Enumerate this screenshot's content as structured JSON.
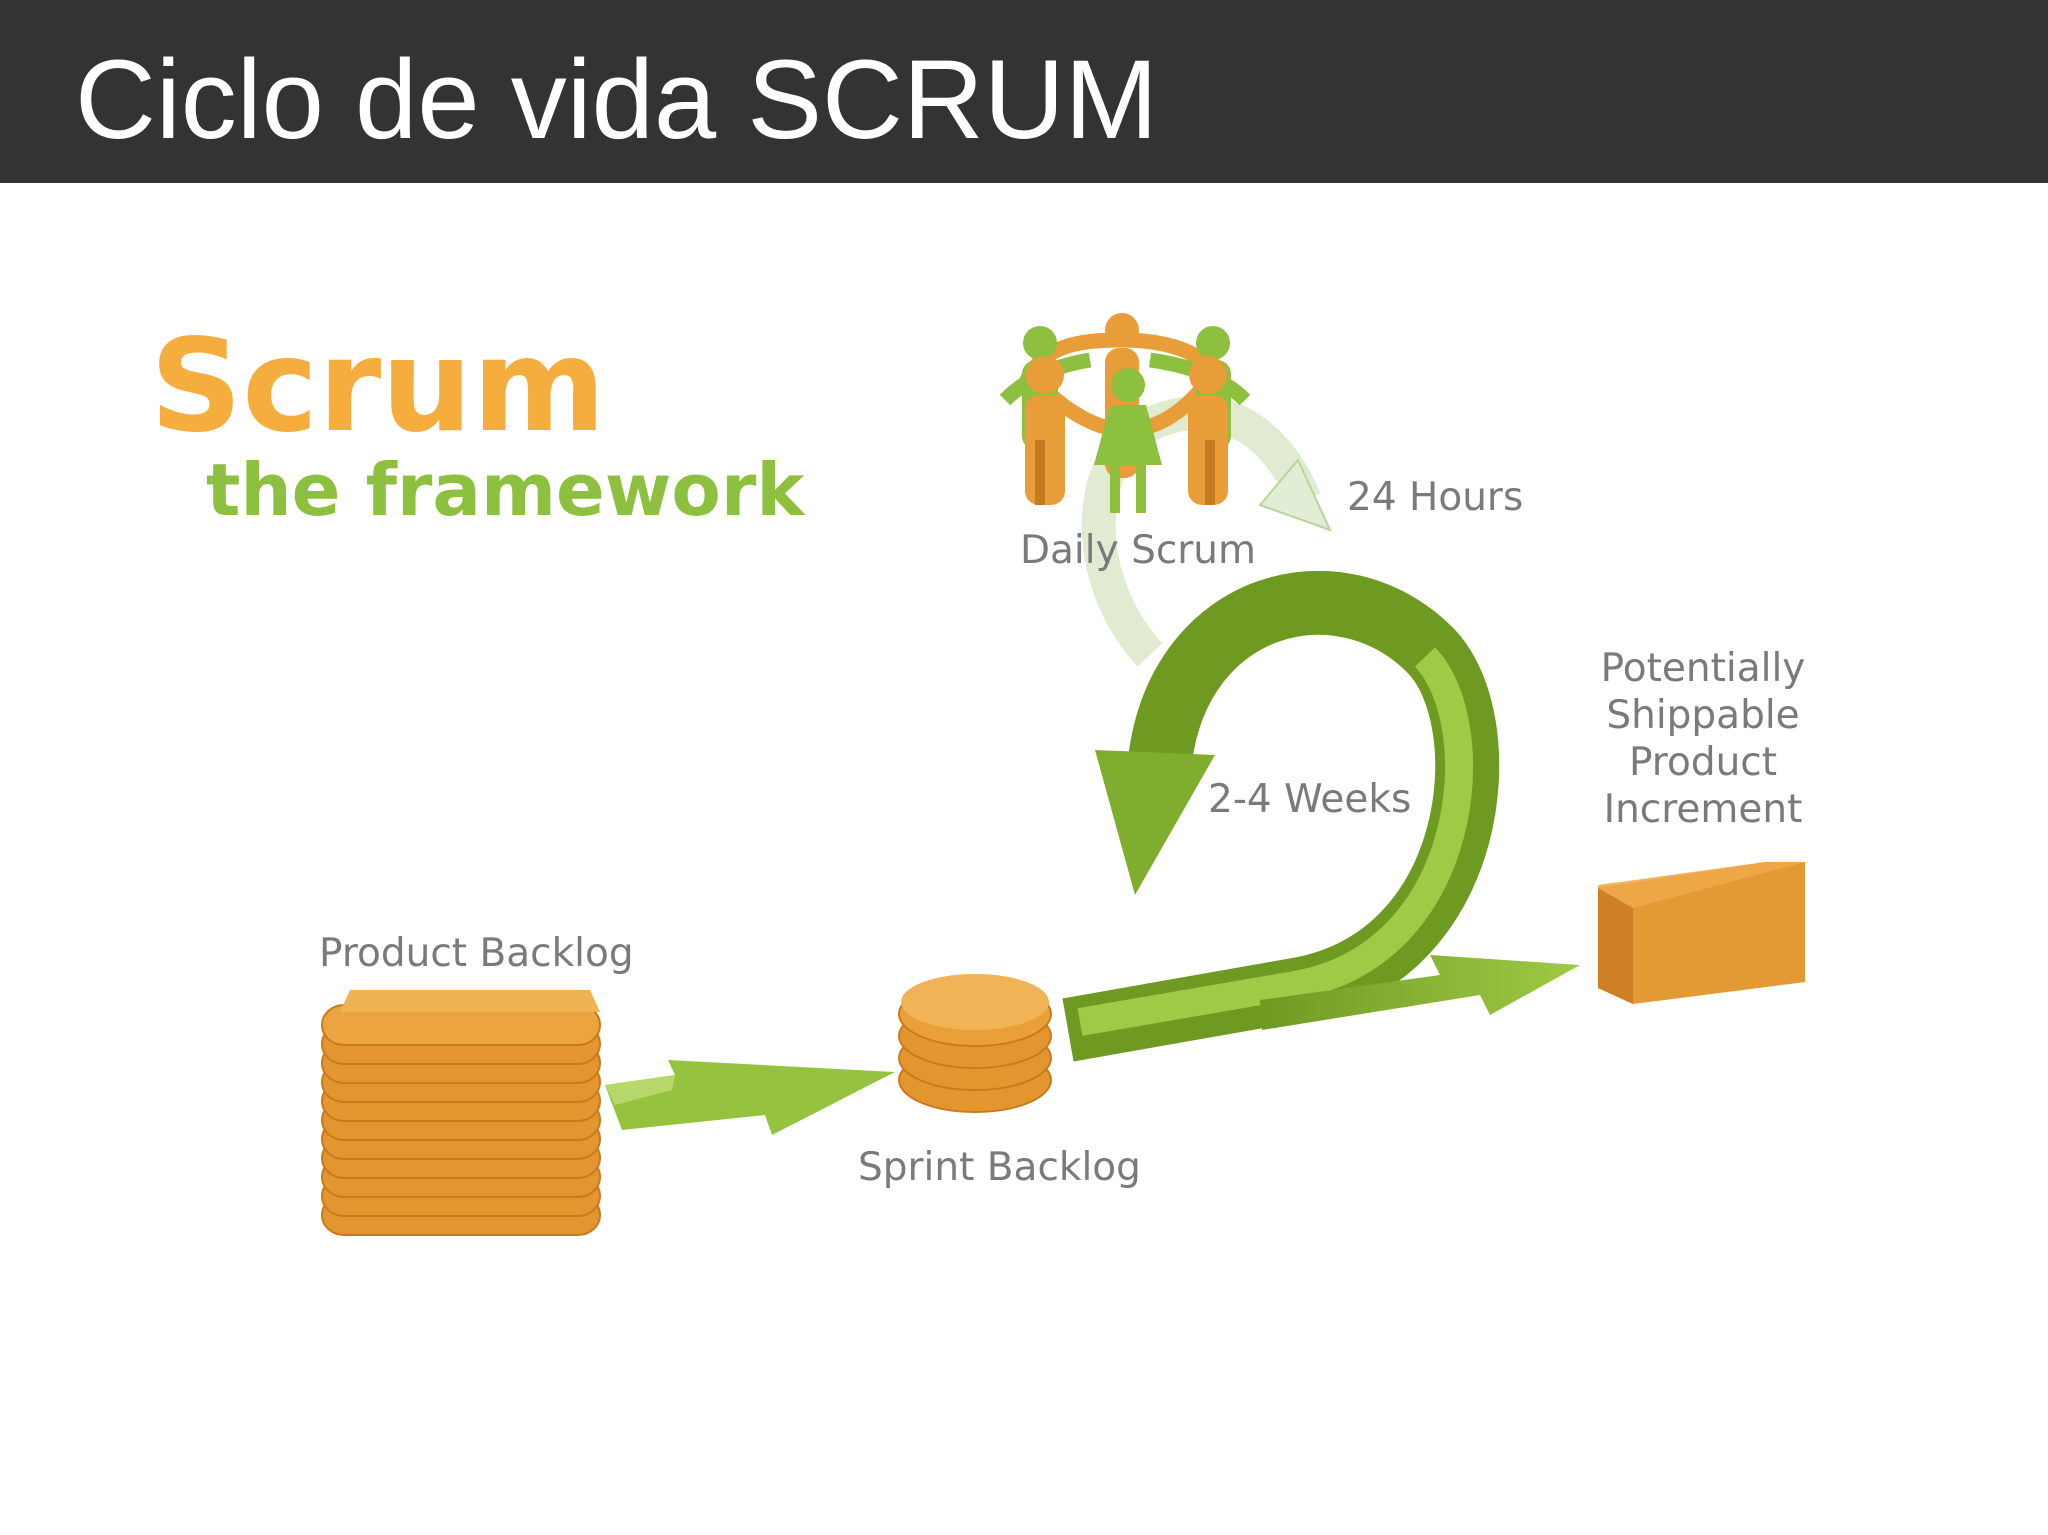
{
  "slide": {
    "title": "Ciclo de vida SCRUM"
  },
  "brand": {
    "main": "Scrum",
    "sub": "the framework"
  },
  "labels": {
    "daily_scrum": "Daily Scrum",
    "hours": "24 Hours",
    "weeks": "2-4 Weeks",
    "product_backlog": "Product Backlog",
    "sprint_backlog": "Sprint Backlog",
    "increment": [
      "Potentially",
      "Shippable",
      "Product",
      "Increment"
    ]
  },
  "colors": {
    "title_bar": "#333333",
    "orange": "#f5ad3d",
    "green": "#8dc03f",
    "label_gray": "#7a7a7a"
  }
}
